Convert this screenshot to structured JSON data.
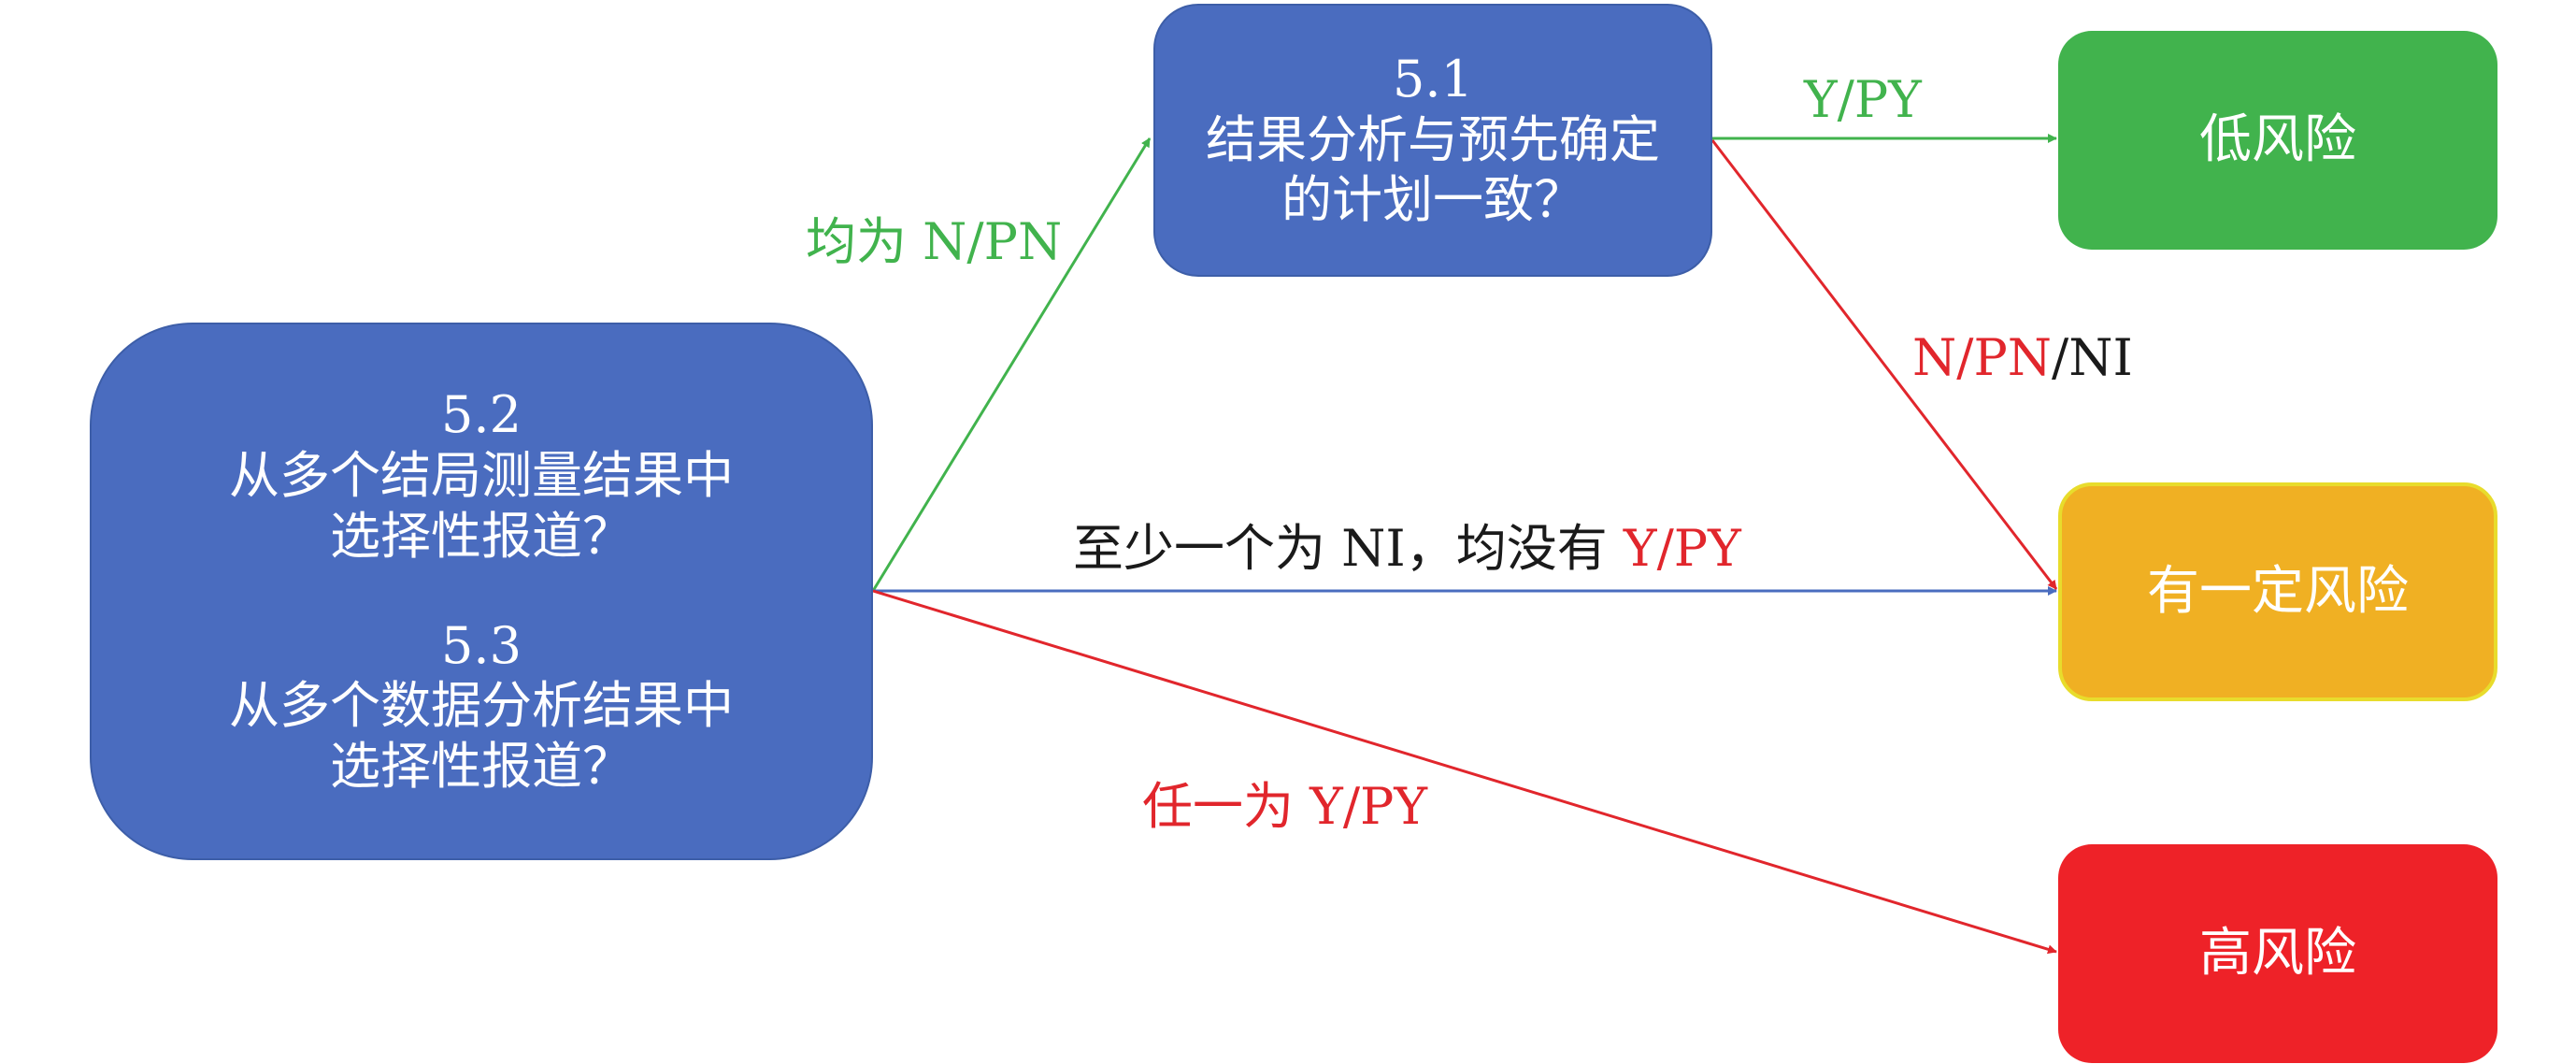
{
  "nodes": {
    "q2": {
      "number": "5.2",
      "line1": "从多个结局测量结果中",
      "line2": "选择性报道？"
    },
    "q3": {
      "number": "5.3",
      "line1": "从多个数据分析结果中",
      "line2": "选择性报道？"
    },
    "q1": {
      "number": "5.1",
      "line1": "结果分析与预先确定",
      "line2": "的计划一致？"
    },
    "low": "低风险",
    "some": "有一定风险",
    "high": "高风险"
  },
  "edges": {
    "to_q1": "均为 N/PN",
    "to_some_part1": "至少一个为 NI，均没有 ",
    "to_some_part2": "Y/PY",
    "to_high": "任一为 Y/PY",
    "q1_to_low": "Y/PY",
    "q1_to_some_part1": "N/PN",
    "q1_to_some_part2": "/NI"
  },
  "colors": {
    "question_box": "#4a6cbf",
    "low": "#41b34d",
    "some": "#f0b023",
    "high": "#ee2228",
    "arrow_green": "#41b34d",
    "arrow_blue": "#4a6cbf",
    "arrow_red": "#e1262c"
  }
}
